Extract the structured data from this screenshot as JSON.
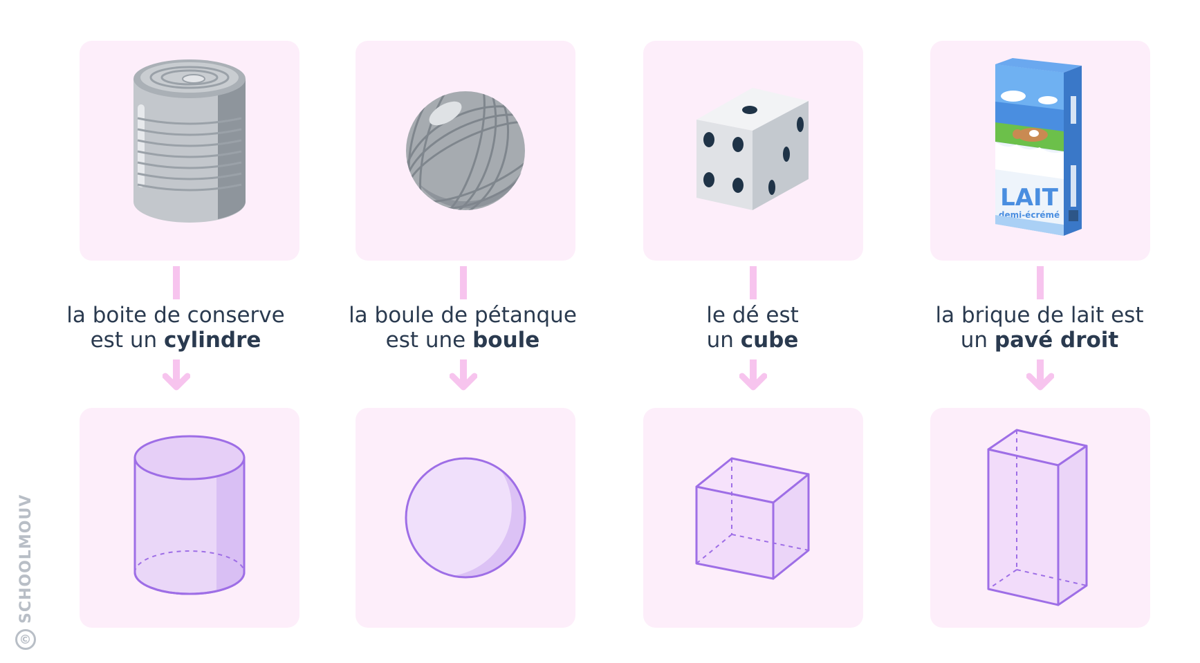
{
  "items": [
    {
      "caption_line1": "la boite de conserve",
      "caption_prefix": "est un ",
      "caption_bold": "cylindre"
    },
    {
      "caption_line1": "la boule de pétanque",
      "caption_prefix": "est une ",
      "caption_bold": "boule"
    },
    {
      "caption_line1": "le dé est",
      "caption_prefix": "un ",
      "caption_bold": "cube"
    },
    {
      "caption_line1": "la brique de lait est",
      "caption_prefix": "un ",
      "caption_bold": "pavé droit"
    }
  ],
  "milk": {
    "brand": "LAIT",
    "sub": "demi-écrémé"
  },
  "watermark": {
    "copyright": "©",
    "text": "SCHOOLMOUV"
  },
  "colors": {
    "card_bg": "#fdeefa",
    "arrow": "#f7c4ee",
    "shape_stroke": "#9e6ee6",
    "shape_fill": "#e6d2f7",
    "text": "#2a3a4f"
  }
}
